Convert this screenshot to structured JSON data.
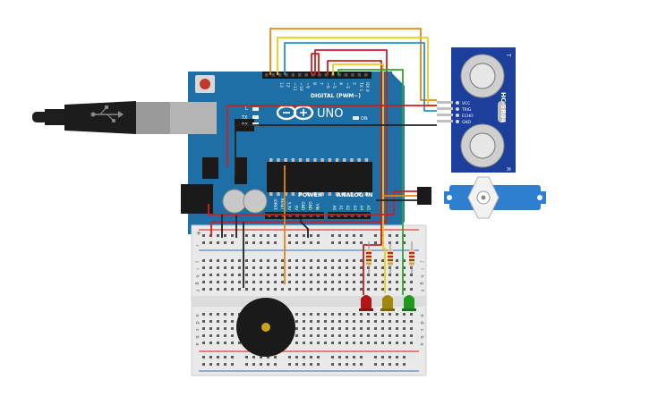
{
  "arduino": {
    "brand": "UNO",
    "digital_label": "DIGITAL (PWM~)",
    "power_label": "POWER",
    "analog_label": "ANALOG IN",
    "tx_label": "TX",
    "rx_label": "RX",
    "on_label": "ON",
    "l_label": "L",
    "aref_label": "AREF",
    "gnd_label": "GND",
    "digital_pins": [
      "13",
      "12",
      "~11",
      "~10",
      "~9",
      "8",
      "7",
      "~6",
      "~5",
      "4",
      "~3",
      "2",
      "TX 1",
      "RX 0"
    ],
    "power_pins": [
      "IOREF",
      "RESET",
      "3.3V",
      "5V",
      "GND",
      "GND",
      "VIN"
    ],
    "analog_pins": [
      "A0",
      "A1",
      "A2",
      "A3",
      "A4",
      "A5"
    ]
  },
  "sensor": {
    "name": "HC-SR04",
    "pins": [
      "VCC",
      "TRIG",
      "ECHO",
      "GND"
    ],
    "mark_top": "T",
    "mark_bottom": "R"
  },
  "breadboard": {
    "row_letters_top": [
      "j",
      "i",
      "h",
      "g",
      "f"
    ],
    "row_letters_bottom": [
      "e",
      "d",
      "c",
      "b",
      "a"
    ],
    "rail_plus": "+",
    "rail_minus": "-"
  },
  "colors": {
    "board": "#1d6fa5",
    "wire_red": "#d01e1e",
    "wire_orange": "#e8860f",
    "wire_yellow": "#e8cf15",
    "wire_green": "#2ea72e",
    "wire_blue": "#2b8fd6",
    "wire_black": "#222222",
    "led_red": "#b31616",
    "led_yellow": "#a3860c",
    "led_green": "#1e9a1e",
    "sensor_board": "#1b3f9a",
    "servo": "#2f7fd0"
  },
  "icons": {
    "usb": "usb-plug-icon",
    "logo": "arduino-infinity-logo-icon"
  }
}
